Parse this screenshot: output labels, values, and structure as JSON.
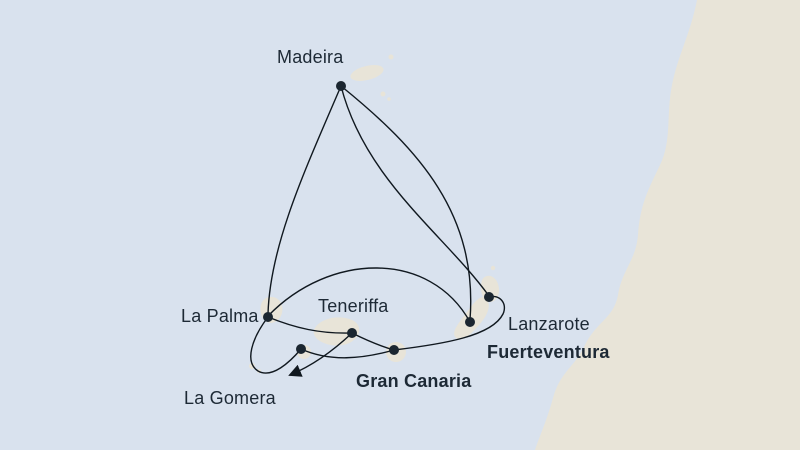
{
  "colors": {
    "sea": "#d9e2ee",
    "land": "#e8e4d8",
    "route": "#10181f",
    "port": "#1b2630",
    "label": "#1d2935"
  },
  "ports": [
    {
      "id": "madeira",
      "label": "Madeira",
      "emphasis": false
    },
    {
      "id": "la-palma",
      "label": "La Palma",
      "emphasis": false
    },
    {
      "id": "teneriffa",
      "label": "Teneriffa",
      "emphasis": false
    },
    {
      "id": "lanzarote",
      "label": "Lanzarote",
      "emphasis": false
    },
    {
      "id": "fuerteventura",
      "label": "Fuerteventura",
      "emphasis": true
    },
    {
      "id": "gran-canaria",
      "label": "Gran Canaria",
      "emphasis": true
    },
    {
      "id": "la-gomera",
      "label": "La Gomera",
      "emphasis": false
    }
  ],
  "icons": {
    "route_direction_arrow": "▶"
  }
}
